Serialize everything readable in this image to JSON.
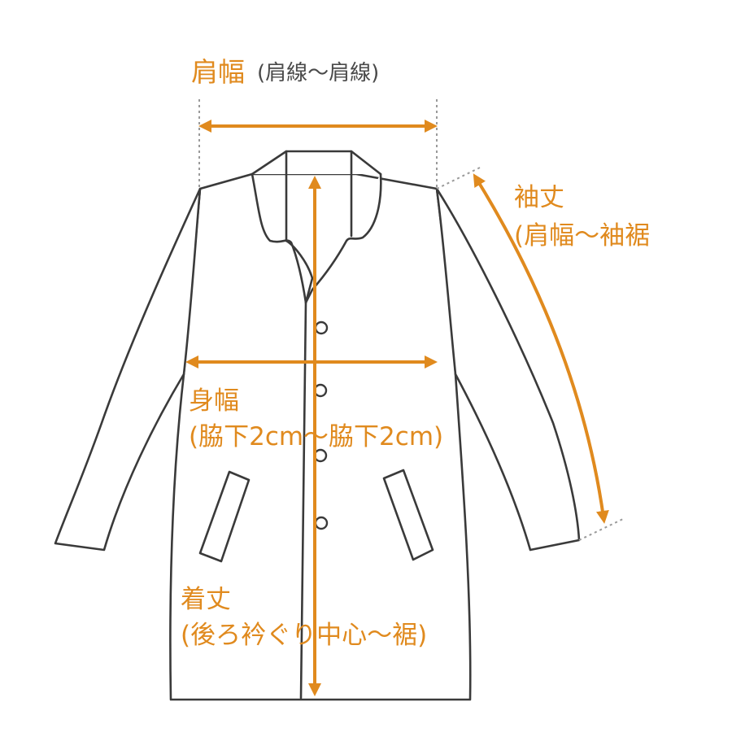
{
  "labels": {
    "shoulder_width": "肩幅",
    "shoulder_width_note": "(肩線〜肩線)",
    "sleeve_length": "袖丈",
    "sleeve_length_note": "(肩幅〜袖裾",
    "body_width": "身幅",
    "body_width_note": "(脇下2cm〜脇下2cm)",
    "total_length": "着丈",
    "total_length_note": "(後ろ衿ぐり中心〜裾)"
  },
  "colors": {
    "accent": "#e08a1e",
    "outline": "#3a3a3a",
    "guide": "#9a9a9a",
    "note_text": "#4a4a4a"
  }
}
